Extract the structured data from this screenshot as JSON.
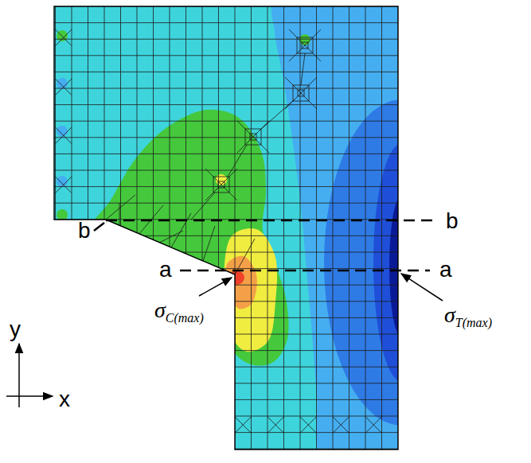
{
  "diagram": {
    "labels": [
      "b",
      "b",
      "a",
      "a",
      "σC(max)",
      "σT(max)",
      "y",
      "x"
    ]
  }
}
